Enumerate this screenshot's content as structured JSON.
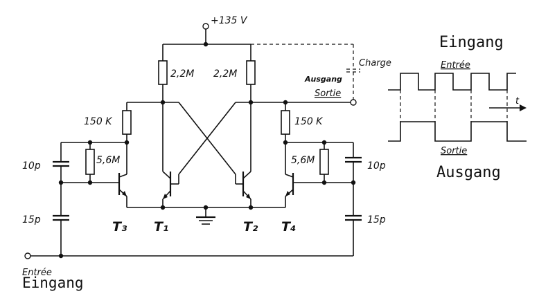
{
  "supply": {
    "voltage": "+135 V"
  },
  "resistors": {
    "r_t1_collector": "2,2M",
    "r_t2_collector": "2,2M",
    "r_t3": "150 K",
    "r_t4": "150 K",
    "r_t3_bias": "5,6M",
    "r_t4_bias": "5,6M"
  },
  "capacitors": {
    "c_left_top": "10p",
    "c_left_bottom": "15p",
    "c_right_top": "10p",
    "c_right_bottom": "15p"
  },
  "transistors": {
    "t1": "T₁",
    "t2": "T₂",
    "t3": "T₃",
    "t4": "T₄"
  },
  "labels": {
    "charge": "Charge",
    "ausgang_handwritten": "Ausgang",
    "sortie": "Sortie",
    "entree_input": "Entrée",
    "eingang_bottom": "Eingang"
  },
  "waveform": {
    "eingang": "Eingang",
    "entree": "Entrée",
    "time_axis": "t",
    "sortie": "Sortie",
    "ausgang": "Ausgang"
  }
}
